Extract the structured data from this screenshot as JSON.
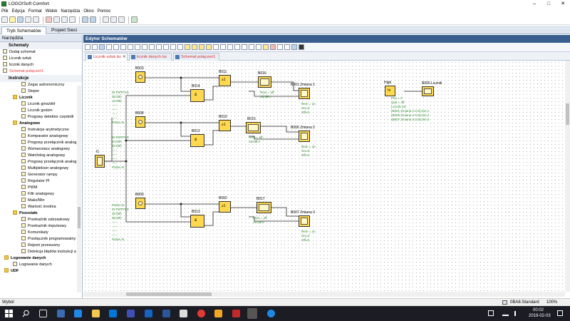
{
  "window": {
    "title": "LOGO!Soft Comfort",
    "minimize": "–",
    "maximize": "□",
    "close": "✕"
  },
  "menu": [
    "Plik",
    "Edycja",
    "Format",
    "Widok",
    "Narzędzia",
    "Okno",
    "Pomoc"
  ],
  "main_tabs": [
    {
      "label": "Tryb Schematów",
      "active": true
    },
    {
      "label": "Projekt Sieci",
      "active": false
    }
  ],
  "left_panel": {
    "header": "Narzędzia",
    "schemes_header": "Schematy",
    "schemes": [
      {
        "label": "Dodaj schemat",
        "red": false
      },
      {
        "label": "Licznik sztuk",
        "red": false
      },
      {
        "label": "licznik danych",
        "red": false
      },
      {
        "label": "Schemat połączeń1",
        "red": true
      }
    ],
    "instructions_header": "Instrukcje",
    "instructions": [
      {
        "label": "Zegar astronomiczny",
        "folder": false,
        "indent": 2
      },
      {
        "label": "Stoper",
        "folder": false,
        "indent": 2
      },
      {
        "label": "Licznik",
        "folder": true,
        "indent": 1
      },
      {
        "label": "Licznik góra/dół",
        "folder": false,
        "indent": 2
      },
      {
        "label": "Licznik godzin",
        "folder": false,
        "indent": 2
      },
      {
        "label": "Progowy detektor częstotli",
        "folder": false,
        "indent": 2
      },
      {
        "label": "Analogowe",
        "folder": true,
        "indent": 1
      },
      {
        "label": "Instrukcje arytmetyczne",
        "folder": false,
        "indent": 2
      },
      {
        "label": "Komparator analogowy",
        "folder": false,
        "indent": 2
      },
      {
        "label": "Progowy przełącznik analog",
        "folder": false,
        "indent": 2
      },
      {
        "label": "Wzmacniacz analogowy",
        "folder": false,
        "indent": 2
      },
      {
        "label": "Watchdog analogowy",
        "folder": false,
        "indent": 2
      },
      {
        "label": "Progowy przełącznik analog",
        "folder": false,
        "indent": 2
      },
      {
        "label": "Multiplekser analogowy",
        "folder": false,
        "indent": 2
      },
      {
        "label": "Generator rampy",
        "folder": false,
        "indent": 2
      },
      {
        "label": "Regulator PI",
        "folder": false,
        "indent": 2
      },
      {
        "label": "PWM",
        "folder": false,
        "indent": 2
      },
      {
        "label": "Filtr analogowy",
        "folder": false,
        "indent": 2
      },
      {
        "label": "Maks/Min",
        "folder": false,
        "indent": 2
      },
      {
        "label": "Wartość średnia",
        "folder": false,
        "indent": 2
      },
      {
        "label": "Pozostałe",
        "folder": true,
        "indent": 1
      },
      {
        "label": "Przekaźnik zatrzaskowy",
        "folder": false,
        "indent": 2
      },
      {
        "label": "Przekaźnik impulsowy",
        "folder": false,
        "indent": 2
      },
      {
        "label": "Komunikaty",
        "folder": false,
        "indent": 2
      },
      {
        "label": "Przełącznik programowalny",
        "folder": false,
        "indent": 2
      },
      {
        "label": "Rejestr przesuwny",
        "folder": false,
        "indent": 2
      },
      {
        "label": "Detekcja błędów instrukcji a",
        "folder": false,
        "indent": 2
      },
      {
        "label": "Logowanie danych",
        "folder": true,
        "indent": 0
      },
      {
        "label": "Logowanie danych",
        "folder": false,
        "indent": 1
      },
      {
        "label": "UDF",
        "folder": true,
        "indent": 0
      }
    ]
  },
  "editor": {
    "title": "Edytor Schematów",
    "tabs": [
      {
        "label": "Licznik sztuk.lsc",
        "active": true
      },
      {
        "label": "licznik danych.lsc",
        "active": false
      },
      {
        "label": "Schemat połączeń1",
        "active": false
      }
    ],
    "tab_close": "✕"
  },
  "diagram": {
    "blocks": {
      "b003": {
        "label": "B003"
      },
      "b008": {
        "label": "B008"
      },
      "b009": {
        "label": "B009"
      },
      "b011": {
        "label": "B011",
        "sym": "≥1"
      },
      "b010": {
        "label": "B010",
        "sym": "≥1"
      },
      "b002": {
        "label": "B002",
        "sym": "≥1"
      },
      "b014": {
        "label": "B014",
        "sym": "&"
      },
      "b012": {
        "label": "B012",
        "sym": "&"
      },
      "b013": {
        "label": "B013",
        "sym": "&"
      },
      "b016": {
        "label": "B016"
      },
      "b015": {
        "label": "B015"
      },
      "b017": {
        "label": "B017"
      },
      "b001": {
        "label": "B001 Zmiana 1"
      },
      "b006": {
        "label": "B006 Zmiana 2"
      },
      "b007": {
        "label": "B007 Zmiana 3"
      },
      "i1": {
        "label": "I1"
      },
      "high": {
        "label": "High",
        "sym": "hi"
      },
      "b005": {
        "label": "B005 Licznik"
      }
    },
    "params": {
      "b003": "M-TWTFSS\n06:00h\n14:00h\n--:--\n--:--\n--:--\n--:--\nPulse=N",
      "b008": "M-TWTFSS\n14:00h\n22:00h\n--:--\n--:--\n--:--\n--:--\nPulse=N",
      "b009": "Pulse=N\nM-TWTFSS\n22:00h\n06:00h\n--:--\n--:--\n--:--\n--:--\nPulse=N",
      "b016": "Rem = off\n15:59h+",
      "b015": "Rem = off\n15:59h+",
      "b017": "Rem = off\n15:59h+",
      "b001": "Rem = on\nOn=0\nOff=0",
      "b006": "Rem = on\nOn=0\nOff=0",
      "b007": "Rem = on\nOn=0\nOff=0",
      "b005": "Prio = 0\nQuit = off\nLicznik szt\n(B001 Zmiana 1:Cnt):Zm.1\n(B006 Zmiana 2:Cnt):Zm.2\n(B007 Zmiana 3:Cnt):Zm.3"
    }
  },
  "statusbar": {
    "left": "Wybór",
    "device": "0BA8.Standard",
    "zoom": "100%"
  },
  "taskbar": {
    "time": "00:02",
    "date": "2019-02-03"
  }
}
